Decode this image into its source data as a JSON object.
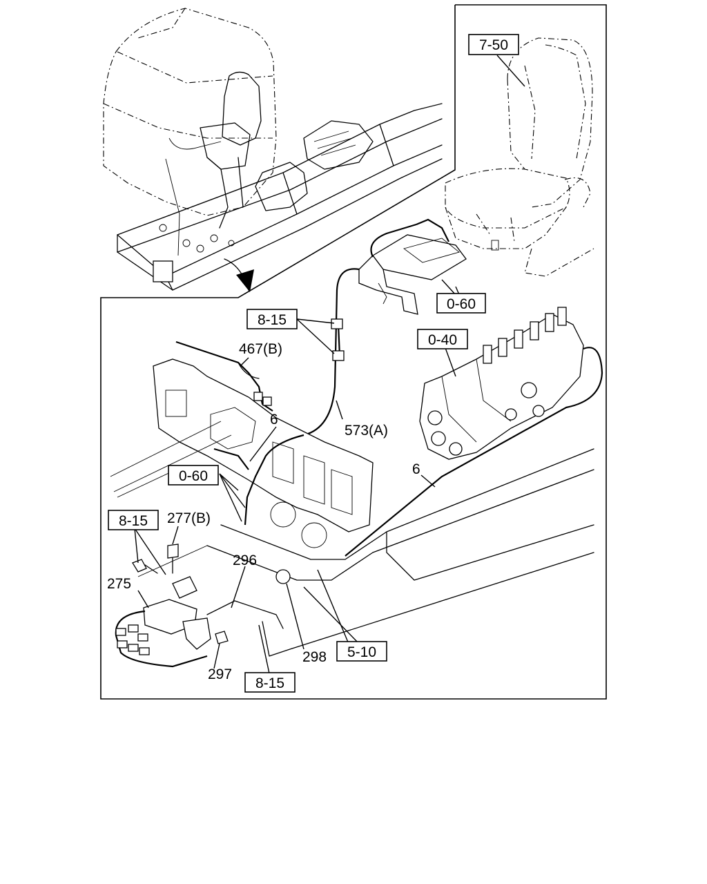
{
  "callouts": {
    "ref_7_50": "7-50",
    "ref_0_60_top": "0-60",
    "ref_8_15_top": "8-15",
    "ref_0_40": "0-40",
    "ref_0_60_mid": "0-60",
    "ref_8_15_left": "8-15",
    "ref_5_10": "5-10",
    "ref_8_15_bottom": "8-15"
  },
  "part_numbers": {
    "p467b": "467(B)",
    "p6_upper": "6",
    "p573a": "573(A)",
    "p6_right": "6",
    "p277b": "277(B)",
    "p296": "296",
    "p275": "275",
    "p298": "298",
    "p297": "297"
  }
}
